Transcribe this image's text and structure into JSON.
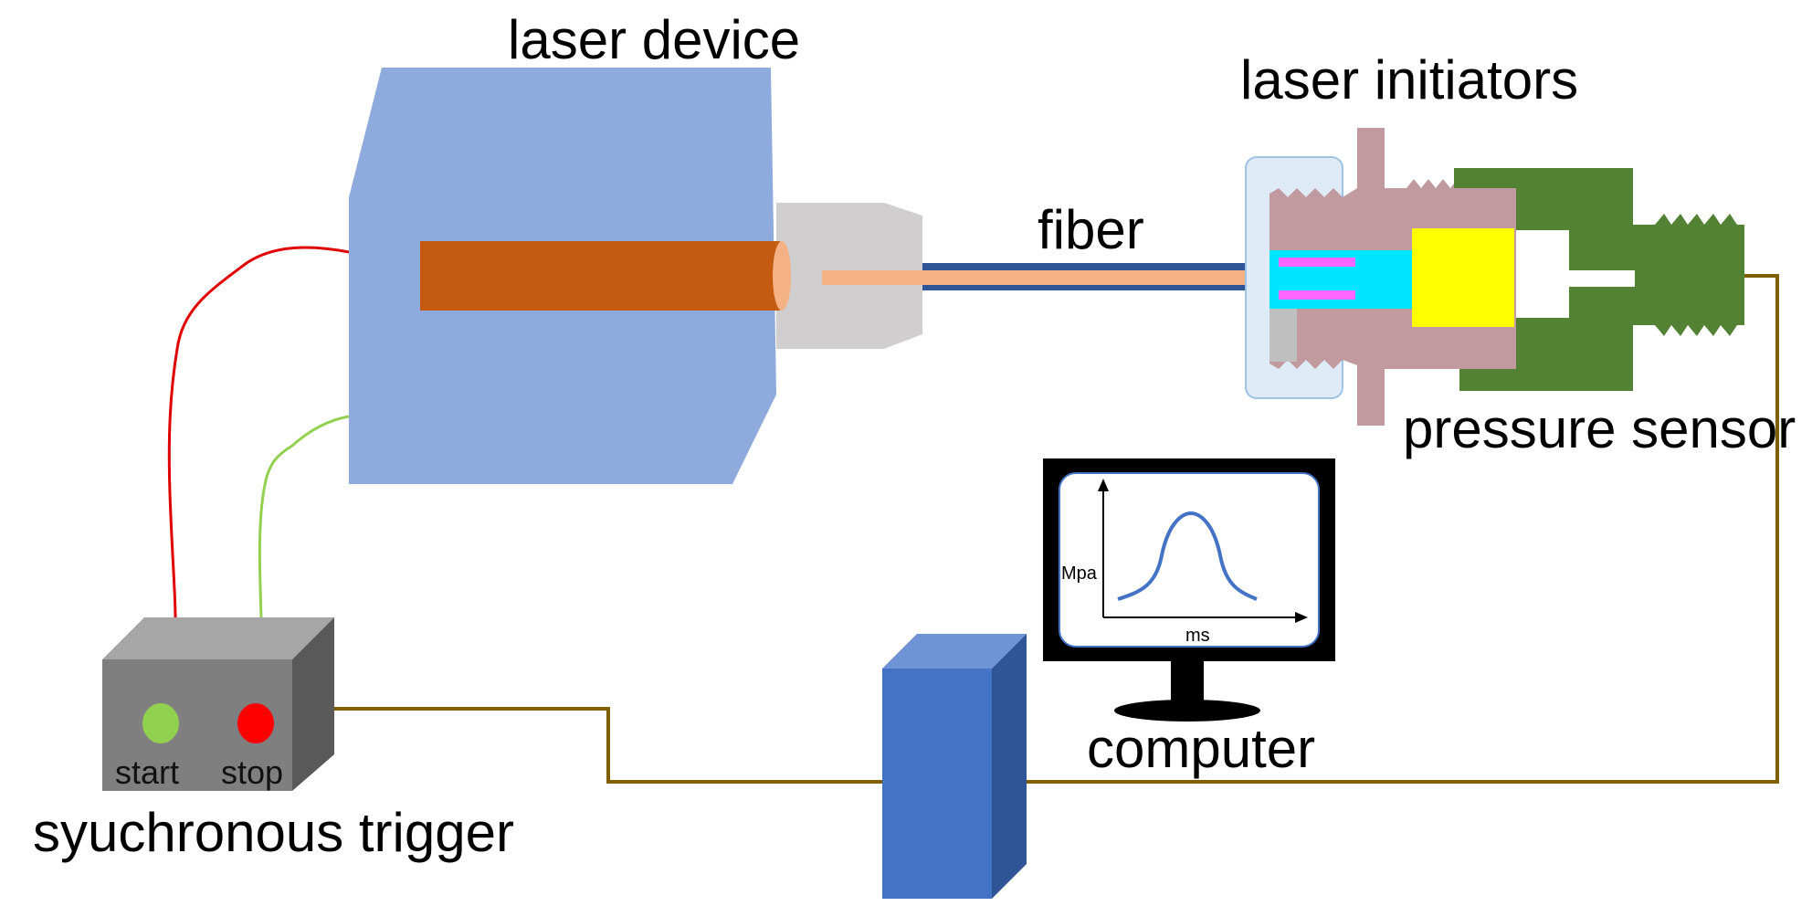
{
  "labels": {
    "laser_device": "laser device",
    "laser_initiators": "laser initiators",
    "fiber": "fiber",
    "pressure_sensor": "pressure sensor",
    "computer": "computer",
    "sychronous_trigger": "syuchronous trigger",
    "start": "start",
    "stop": "stop"
  },
  "monitor_plot": {
    "ylabel": "Mpa",
    "xlabel": "ms"
  },
  "colors": {
    "laser_body": "#8faadc",
    "laser_rod": "#c55a11",
    "laser_rod_end": "#f4b183",
    "laser_nozzle": "#d0cece",
    "fiber_core": "#f4b183",
    "fiber_sheath": "#2f5597",
    "initiator_housing": "#c09a9e",
    "initiator_cap": "#deebf7",
    "initiator_bore": "#00e5ff",
    "initiator_pin": "#ff66ff",
    "charge": "#ffff00",
    "sensor_body": "#548235",
    "trigger_box": "#7f7f7f",
    "start_button": "#92d050",
    "stop_button": "#ff0000",
    "start_wire": "#e00000",
    "stop_wire": "#92d050",
    "signal_wire": "#7f6000",
    "computer_case": "#4472c4",
    "monitor_frame": "#000000",
    "plot_curve": "#4472c4"
  }
}
